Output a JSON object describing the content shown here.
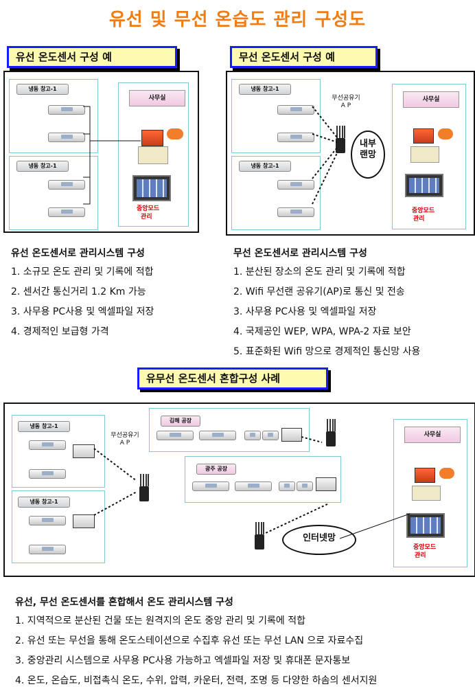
{
  "title": "유선 및 무선 온습도 관리 구성도",
  "wired_section": {
    "label": "유선 온도센서 구성 예"
  },
  "wireless_section": {
    "label": "무선 온도센서 구성 예"
  },
  "mixed_section": {
    "label": "유무선 온도센서 혼합구성 사례"
  },
  "diagram_labels": {
    "warehouse": "냉동 창고-1",
    "office": "사무실",
    "central": "중앙모드",
    "monitor": "관리",
    "ap": "무선공유기",
    "ap_sub": "A P",
    "lan": "내부\n랜망",
    "internet": "인터넷망",
    "plant_a": "김해 공장",
    "plant_b": "광주 공장"
  },
  "wired_desc": {
    "heading": "유선 온도센서로 관리시스템 구성",
    "items": [
      "1. 소규모 온도 관리 및 기록에 적합",
      "2. 센서간 통신거리 1.2 Km 가능",
      "3. 사무용 PC사용 및 엑셀파일 저장",
      "4. 경제적인 보급형 가격"
    ]
  },
  "wireless_desc": {
    "heading": "무선 온도센서로 관리시스템 구성",
    "items": [
      "1. 분산된 장소의 온도 관리 및 기록에 적합",
      "2. Wifi 무선랜 공유기(AP)로 통신 및 전송",
      "3. 사무용 PC사용 및 엑셀파일 저장",
      "4. 국제공인 WEP, WPA, WPA-2 자료 보안",
      "5. 표준화된 Wifi 망으로 경제적인 통신망 사용"
    ]
  },
  "mixed_desc": {
    "heading": "유선, 무선 온도센서를 혼합해서  온도 관리시스템 구성",
    "items": [
      "1. 지역적으로 분산된 건물 또는 원격지의 온도 중앙 관리 및 기록에 적합",
      "2. 유선 또는 무선을 통해 온도스테이션으로 수집후 유선 또는 무선 LAN 으로 자료수집",
      "3. 중앙관리 시스템으로 사무용 PC사용 가능하고  엑셀파일 저장 및 휴대폰 문자통보",
      "4. 온도, 온습도, 비접촉식 온도, 수위, 압력, 카운터, 전력, 조명 등 다양한 하솜의 센서지원"
    ]
  },
  "colors": {
    "title": "#f07c12",
    "label_bg": "#fefab0",
    "label_border": "#1a1aff",
    "accent_red": "#d80000"
  }
}
